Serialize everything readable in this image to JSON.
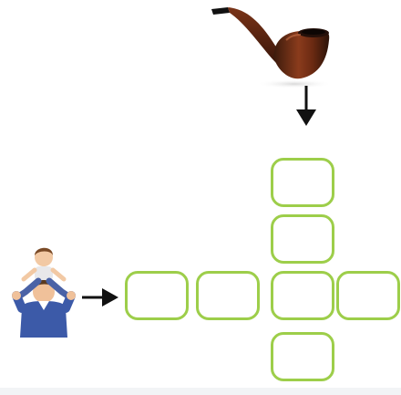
{
  "puzzle": {
    "type": "crossword",
    "vertical_word": {
      "clue_icon": "pipe-icon",
      "length": 4,
      "letters": [
        "",
        "",
        "",
        ""
      ]
    },
    "horizontal_word": {
      "clue_icon": "father-carrying-child-icon",
      "length": 4,
      "letters": [
        "",
        "",
        "",
        ""
      ]
    },
    "colors": {
      "cell_border": "#9dce4a",
      "arrow": "#111111"
    }
  }
}
